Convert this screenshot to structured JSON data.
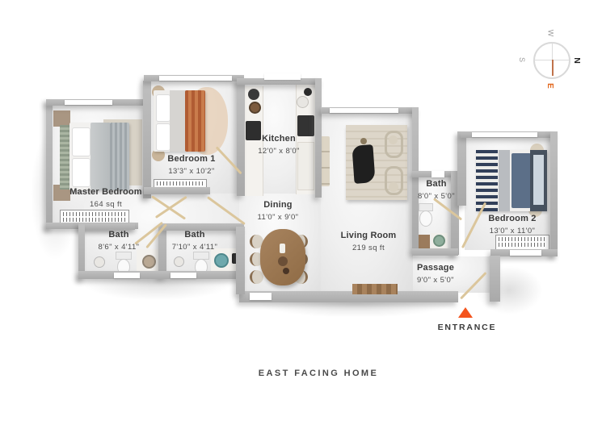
{
  "title": "EAST FACING HOME",
  "entrance_label": "ENTRANCE",
  "compass": {
    "n": "N",
    "e": "E",
    "s": "S",
    "w": "W"
  },
  "rooms": [
    {
      "name": "Master Bedroom",
      "dims": "164 sq ft"
    },
    {
      "name": "Bedroom 1",
      "dims": "13'3\" x 10'2\""
    },
    {
      "name": "Kitchen",
      "dims": "12'0\" x 8'0\""
    },
    {
      "name": "Dining",
      "dims": "11'0\" x 9'0\""
    },
    {
      "name": "Living Room",
      "dims": "219 sq ft"
    },
    {
      "name": "Bath",
      "dims": "8'6\" x 4'11\""
    },
    {
      "name": "Bath",
      "dims": "7'10\" x 4'11\""
    },
    {
      "name": "Bath",
      "dims": "8'0\" x 5'0\""
    },
    {
      "name": "Bedroom 2",
      "dims": "13'0\" x 11'0\""
    },
    {
      "name": "Passage",
      "dims": "9'0\" x 5'0\""
    }
  ],
  "colors": {
    "accent_orange": "#F4541D",
    "wall_gray": "#B2B2B2",
    "door_swing_tan": "#DBC69C",
    "compass_east_orange": "#E2681F"
  }
}
